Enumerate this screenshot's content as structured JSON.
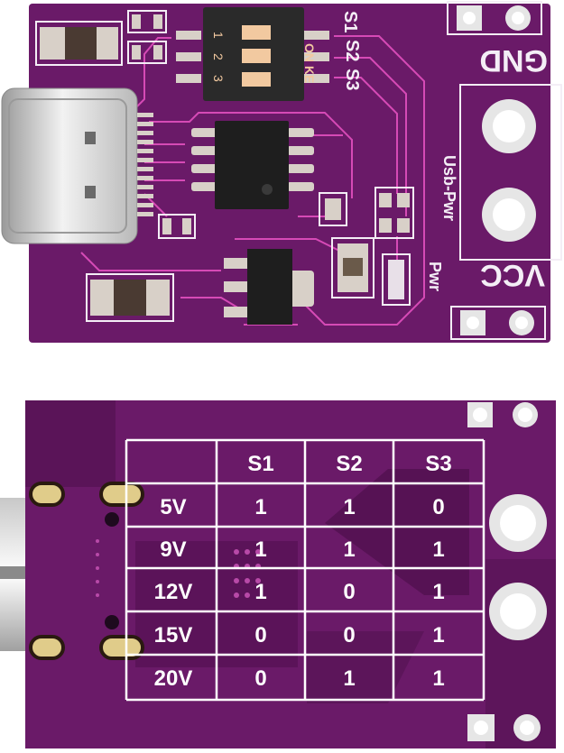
{
  "colors": {
    "board": "#6a1a68",
    "board_dark": "#4e0f4c",
    "trace": "#d64ab6",
    "silk": "#f4eef6",
    "copper": "#d8d0c8"
  },
  "top_board": {
    "switch_labels": [
      "S1",
      "S2",
      "S3"
    ],
    "switch_body_text": "ON KE",
    "switch_numbers": [
      "1",
      "2",
      "3"
    ],
    "terminal_labels": {
      "gnd": "GND",
      "vcc": "VCC"
    },
    "usb_power_label": "Usb-Pwr",
    "power_led_label": "Pwr"
  },
  "table": {
    "headers": [
      "",
      "S1",
      "S2",
      "S3"
    ],
    "rows": [
      {
        "voltage": "5V",
        "s1": "1",
        "s2": "1",
        "s3": "0"
      },
      {
        "voltage": "9V",
        "s1": "1",
        "s2": "1",
        "s3": "1"
      },
      {
        "voltage": "12V",
        "s1": "1",
        "s2": "0",
        "s3": "1"
      },
      {
        "voltage": "15V",
        "s1": "0",
        "s2": "0",
        "s3": "1"
      },
      {
        "voltage": "20V",
        "s1": "0",
        "s2": "1",
        "s3": "1"
      }
    ]
  }
}
